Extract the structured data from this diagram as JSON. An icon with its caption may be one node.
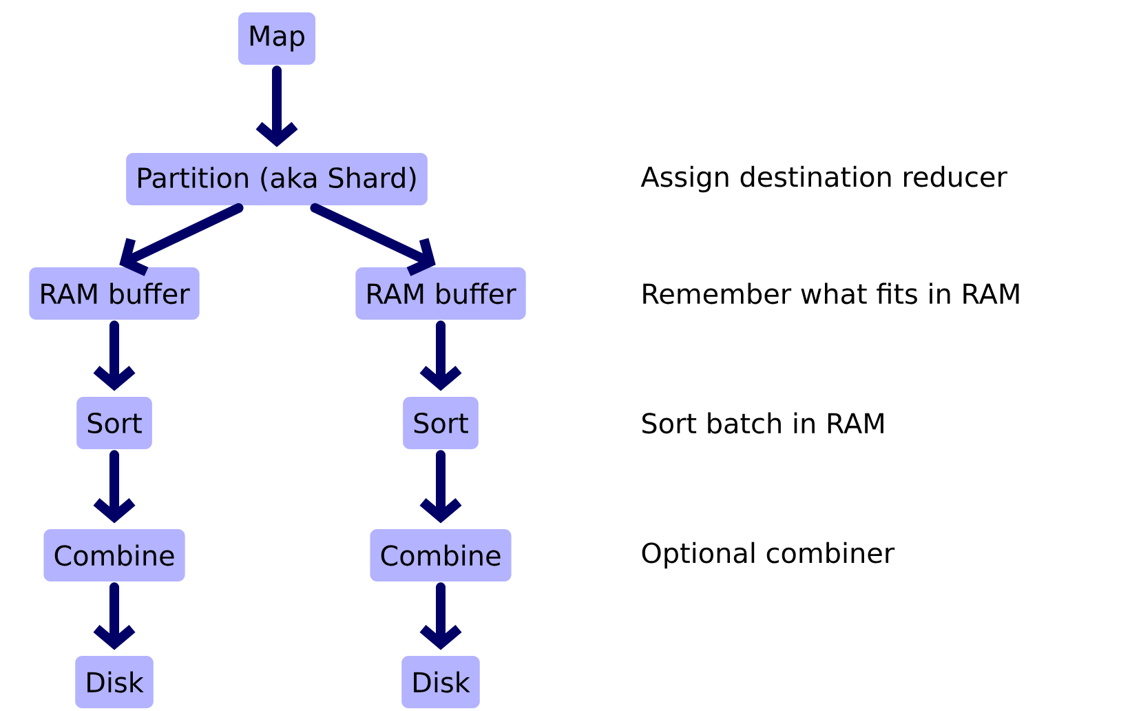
{
  "diagram": {
    "nodes": [
      {
        "text": [
          "Map"
        ]
      },
      {
        "text": [
          "Partition (aka Shard)"
        ]
      },
      {
        "text": [
          "RAM buffer"
        ]
      },
      {
        "text": [
          "RAM buffer"
        ]
      },
      {
        "text": [
          "Sort"
        ]
      },
      {
        "text": [
          "Sort"
        ]
      },
      {
        "text": [
          "Combine"
        ]
      },
      {
        "text": [
          "Combine"
        ]
      },
      {
        "text": [
          "Disk"
        ]
      },
      {
        "text": [
          "Disk"
        ]
      }
    ],
    "edges": [
      {
        "from": 0,
        "to": 1,
        "arrow": "to"
      },
      {
        "from": 1,
        "to": 2,
        "arrow": "to"
      },
      {
        "from": 1,
        "to": 3,
        "arrow": "to"
      },
      {
        "from": 2,
        "to": 4,
        "arrow": "to"
      },
      {
        "from": 4,
        "to": 6,
        "arrow": "to"
      },
      {
        "from": 6,
        "to": 8,
        "arrow": "to"
      },
      {
        "from": 3,
        "to": 5,
        "arrow": "to"
      },
      {
        "from": 5,
        "to": 7,
        "arrow": "to"
      },
      {
        "from": 7,
        "to": 9,
        "arrow": "to"
      }
    ],
    "labels": [
      "Assign destination reducer",
      "Remember what fits in RAM",
      "Sort batch in RAM",
      "Optional combiner"
    ]
  }
}
